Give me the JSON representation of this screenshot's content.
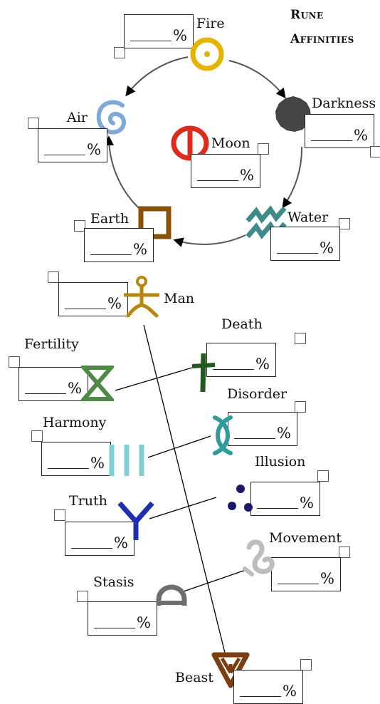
{
  "title": {
    "line1": "Rune",
    "line2": "Affinities"
  },
  "percent_sign": "%",
  "runes": {
    "fire": {
      "label": "Fire",
      "color": "#E4B400",
      "icon": "fire-rune-icon"
    },
    "darkness": {
      "label": "Darkness",
      "color": "#444444",
      "icon": "darkness-rune-icon"
    },
    "water": {
      "label": "Water",
      "color": "#3F8B8B",
      "icon": "water-rune-icon"
    },
    "earth": {
      "label": "Earth",
      "color": "#8A5208",
      "icon": "earth-rune-icon"
    },
    "air": {
      "label": "Air",
      "color": "#7EA8D8",
      "icon": "air-rune-icon"
    },
    "moon": {
      "label": "Moon",
      "color": "#DD2A1A",
      "icon": "moon-rune-icon"
    },
    "man": {
      "label": "Man",
      "color": "#B8860B",
      "icon": "man-rune-icon"
    },
    "death": {
      "label": "Death",
      "color": "#1F5A1F",
      "icon": "death-rune-icon"
    },
    "fertility": {
      "label": "Fertility",
      "color": "#4E8A46",
      "icon": "fertility-rune-icon"
    },
    "disorder": {
      "label": "Disorder",
      "color": "#2E9C9C",
      "icon": "disorder-rune-icon"
    },
    "harmony": {
      "label": "Harmony",
      "color": "#7FD0D4",
      "icon": "harmony-rune-icon"
    },
    "illusion": {
      "label": "Illusion",
      "color": "#1A1A70",
      "icon": "illusion-rune-icon"
    },
    "truth": {
      "label": "Truth",
      "color": "#1E2FB0",
      "icon": "truth-rune-icon"
    },
    "movement": {
      "label": "Movement",
      "color": "#BDBDBD",
      "icon": "movement-rune-icon"
    },
    "stasis": {
      "label": "Stasis",
      "color": "#6E6E6E",
      "icon": "stasis-rune-icon"
    },
    "beast": {
      "label": "Beast",
      "color": "#7A3E10",
      "icon": "beast-rune-icon"
    }
  }
}
